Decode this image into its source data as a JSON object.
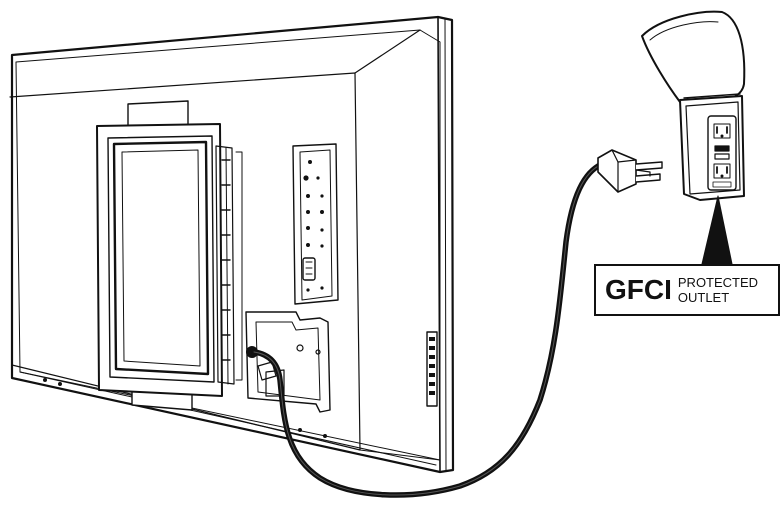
{
  "callout": {
    "abbrev": "GFCI",
    "line1": "PROTECTED",
    "line2": "OUTLET"
  }
}
